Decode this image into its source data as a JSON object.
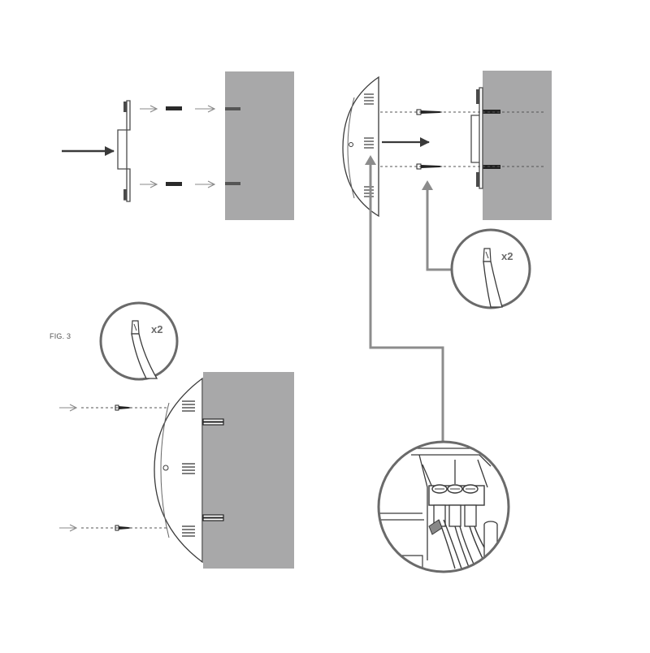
{
  "figure_label": "FIG. 3",
  "screw_count_a": "x2",
  "screw_count_b": "x2",
  "colors": {
    "wall": "#a8a8a9",
    "line": "#4a4a4a",
    "arrow_gray": "#8a8a8a",
    "leader": "#8c8c8c"
  }
}
